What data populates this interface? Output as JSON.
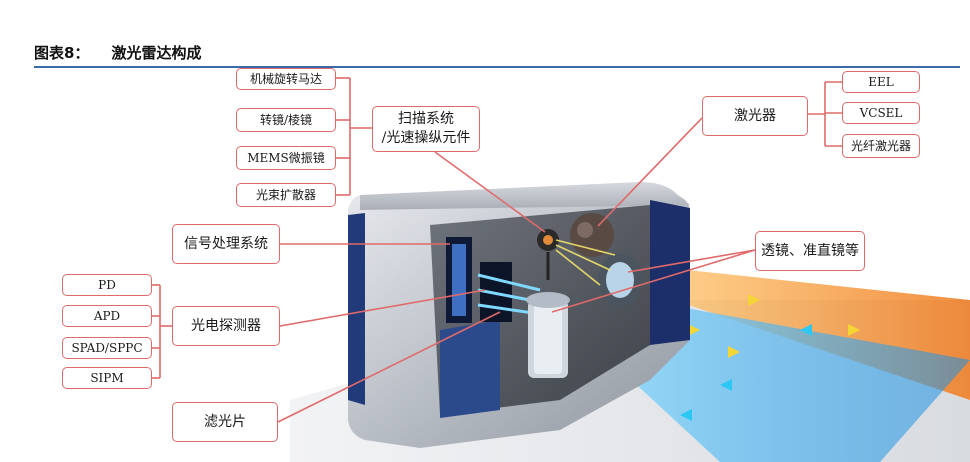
{
  "figure": {
    "number": "图表8：",
    "title": "激光雷达构成"
  },
  "labels": {
    "scanning_system": [
      "扫描系统",
      "/光速操纵元件"
    ],
    "mechanical_rotation": "机械旋转马达",
    "rotating_mirror": "转镜/棱镜",
    "mems_mirror": "MEMS微振镜",
    "beam_expander": "光束扩散器",
    "laser": "激光器",
    "eel": "EEL",
    "vcsel": "VCSEL",
    "fiber_laser": "光纤激光器",
    "signal_processing": "信号处理系统",
    "lens": "透镜、准直镜等",
    "photodetector": "光电探测器",
    "pd": "PD",
    "apd": "APD",
    "spad": "SPAD/SPPC",
    "sipm": "SIPM",
    "filter": "滤光片"
  },
  "colors": {
    "label_border": "#e06a6a",
    "connector": "#e06a6a",
    "title_rule": "#3a6aa8",
    "blue_beam": "#2aa8e8",
    "orange_beam": "#f08a2a",
    "yellow_beam": "#f2d23a"
  }
}
